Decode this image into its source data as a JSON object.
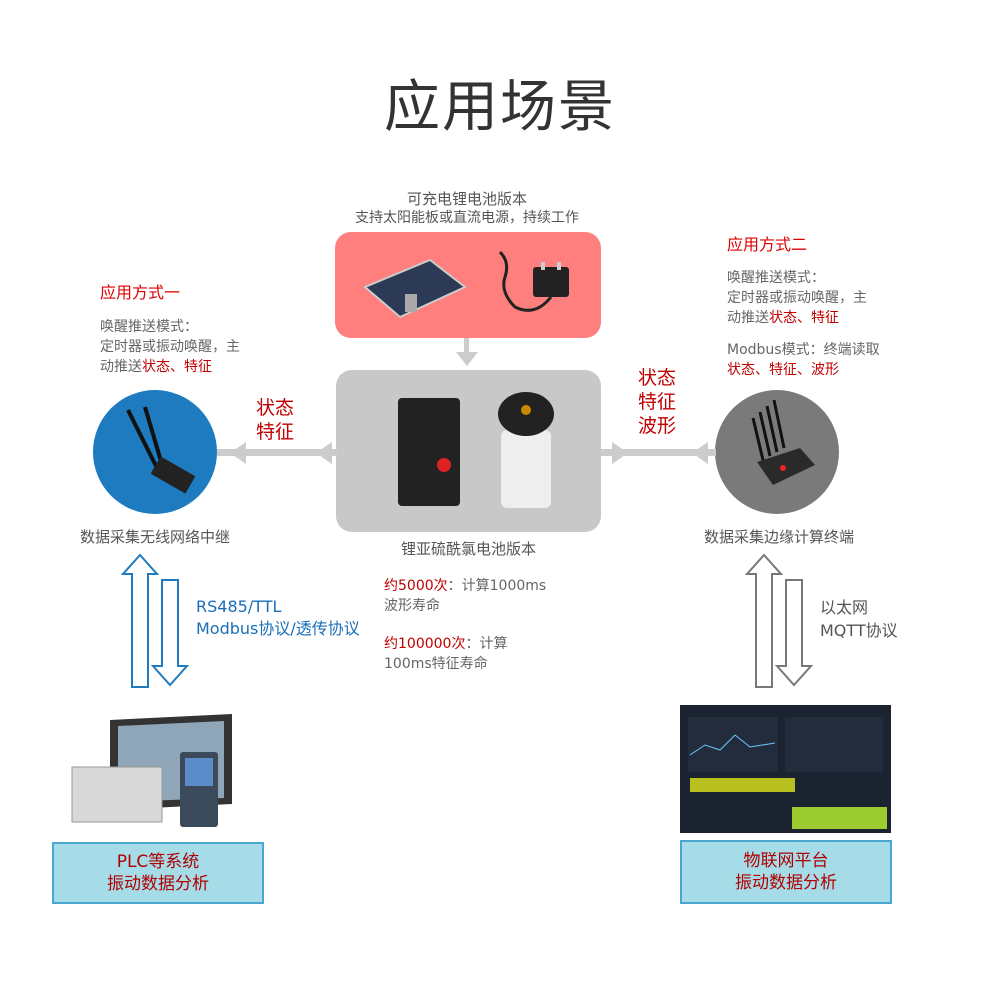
{
  "title": "应用场景",
  "rechargeable": {
    "title": "可充电锂电池版本",
    "subtitle": "支持太阳能板或直流电源，持续工作"
  },
  "primary_battery": {
    "label": "锂亚硫酰氯电池版本"
  },
  "mode1": {
    "title": "应用方式一",
    "line1": "唤醒推送模式：",
    "line2": "定时器或振动唤醒，主",
    "line3_prefix": "动推送",
    "line3_red": "状态、特征",
    "flow_line1": "状态",
    "flow_line2": "特征",
    "device_label": "数据采集无线网络中继"
  },
  "mode2": {
    "title": "应用方式二",
    "line1": "唤醒推送模式：",
    "line2": "定时器或振动唤醒，主",
    "line3_prefix": "动推送",
    "line3_red": "状态、特征",
    "line4": "Modbus模式：终端读取",
    "line5_red": "状态、特征、波形",
    "flow_line1": "状态",
    "flow_line2": "特征",
    "flow_line3": "波形",
    "device_label": "数据采集边缘计算终端"
  },
  "life": {
    "a_red": "约5000次",
    "a_rest": "：计算1000ms",
    "a_line2": "波形寿命",
    "b_red": "约100000次",
    "b_rest": "：计算",
    "b_line2": "100ms特征寿命"
  },
  "left_link": {
    "line1": "RS485/TTL",
    "line2": "Modbus协议/透传协议"
  },
  "right_link": {
    "line1": "以太网",
    "line2": "MQTT协议"
  },
  "plc_box": {
    "line1": "PLC等系统",
    "line2": "振动数据分析"
  },
  "iot_box": {
    "line1": "物联网平台",
    "line2": "振动数据分析"
  },
  "colors": {
    "pink": "#ff7f7f",
    "gray": "#c8c8c8",
    "blue": "#1e7bc0",
    "red": "#c00000"
  }
}
